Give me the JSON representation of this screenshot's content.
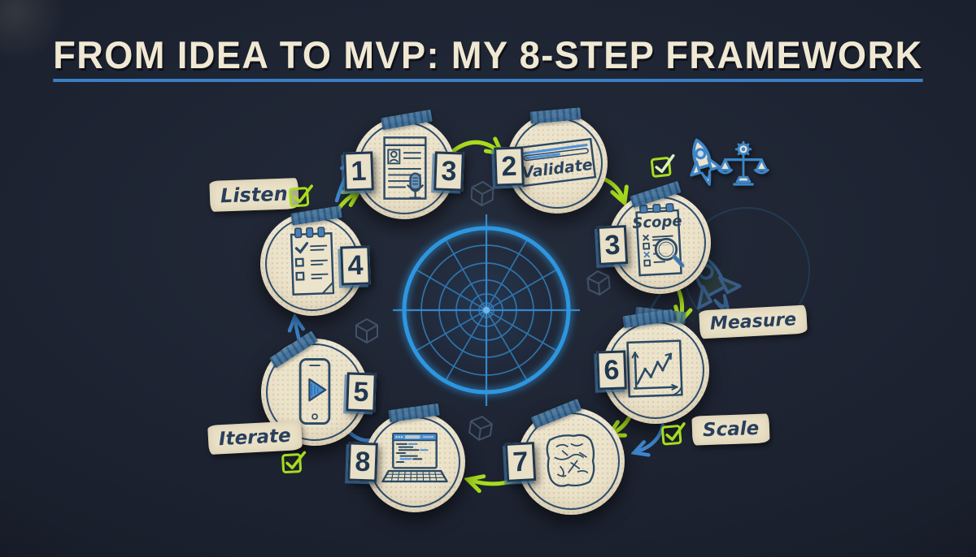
{
  "title": {
    "text": "FROM IDEA TO MVP: MY 8-STEP FRAMEWORK"
  },
  "nodes": [
    {
      "name": "user-interviews",
      "badges": [
        "1",
        "3"
      ],
      "icon": "interview-document-mic"
    },
    {
      "name": "validate",
      "badge": "2",
      "text": "Validate",
      "icon": "progress-card"
    },
    {
      "name": "scope",
      "badge": "3",
      "text": "Scope",
      "icon": "scope-checklist-magnifier"
    },
    {
      "name": "measure",
      "badge": "6",
      "icon": "growth-chart"
    },
    {
      "name": "discard",
      "badge": "7",
      "icon": "crumpled-paper"
    },
    {
      "name": "build",
      "badge": "8",
      "icon": "laptop-code"
    },
    {
      "name": "demo",
      "badge": "5",
      "icon": "phone-play"
    },
    {
      "name": "feedback",
      "badge": "4",
      "icon": "checklist-note"
    }
  ],
  "labels": {
    "listen": "Listen",
    "measure": "Measure",
    "scale": "Scale",
    "iterate": "Iterate"
  },
  "colors": {
    "background": "#1d2230",
    "cream": "#ece3cb",
    "ink": "#2b4a66",
    "blue": "#3f86cc",
    "lime": "#a8dc1e",
    "radar_blue": "#2f96e0"
  }
}
